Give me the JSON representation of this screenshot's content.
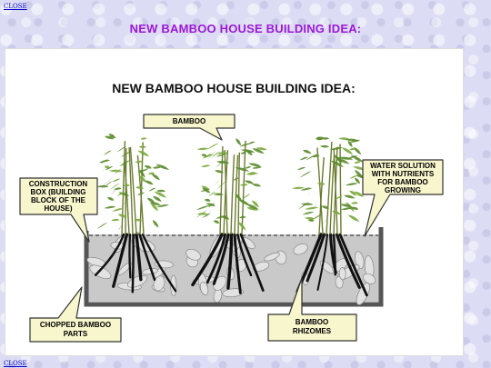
{
  "links": {
    "close_top": "CLOSE",
    "close_bottom": "CLOSE"
  },
  "page": {
    "title": "NEW BAMBOO HOUSE BUILDING IDEA:"
  },
  "diagram": {
    "title": "NEW BAMBOO HOUSE BUILDING IDEA:",
    "callouts": {
      "bamboo": [
        "BAMBOO"
      ],
      "construction_box": [
        "CONSTRUCTION",
        "BOX (BUILDING",
        "BLOCK OF THE",
        "HOUSE)"
      ],
      "water_solution": [
        "WATER SOLUTION",
        "WITH NUTRIENTS",
        "FOR BAMBOO",
        "GROWING"
      ],
      "chopped_bamboo": [
        "CHOPPED BAMBOO",
        "PARTS"
      ],
      "rhizomes": [
        "BAMBOO",
        "RHIZOMES"
      ]
    },
    "colors": {
      "callout_fill": "#f8f6cc",
      "leaf": "#5a8a2a",
      "stem": "#6b7b2e",
      "root": "#111111",
      "box_wall": "#555555",
      "box_fill": "#c9c9c9"
    }
  }
}
